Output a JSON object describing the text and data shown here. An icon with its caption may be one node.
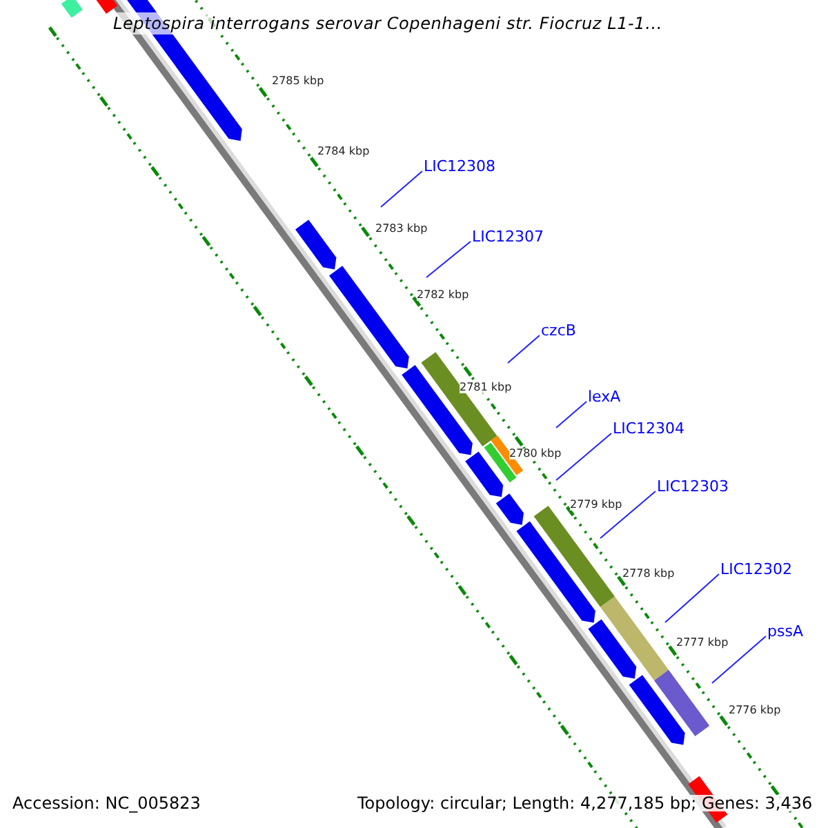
{
  "diagram": {
    "title": "Leptospira interrogans serovar Copenhageni str. Fiocruz L1-1...",
    "nodes": [
      {
        "text": [
          "LIC12308"
        ]
      },
      {
        "text": [
          "LIC12307"
        ]
      },
      {
        "text": [
          "czcB"
        ]
      },
      {
        "text": [
          "lexA"
        ]
      },
      {
        "text": [
          "LIC12304"
        ]
      },
      {
        "text": [
          "LIC12303"
        ]
      },
      {
        "text": [
          "LIC12302"
        ]
      },
      {
        "text": [
          "pssA"
        ]
      }
    ],
    "edges": [
      {
        "from": 0,
        "to": null,
        "arrow": "none"
      },
      {
        "from": 1,
        "to": null,
        "arrow": "none"
      },
      {
        "from": 2,
        "to": null,
        "arrow": "none"
      },
      {
        "from": 3,
        "to": null,
        "arrow": "none"
      },
      {
        "from": 4,
        "to": null,
        "arrow": "none"
      },
      {
        "from": 5,
        "to": null,
        "arrow": "none"
      },
      {
        "from": 6,
        "to": null,
        "arrow": "none"
      },
      {
        "from": 7,
        "to": null,
        "arrow": "none"
      }
    ],
    "labels": [
      "2785 kbp",
      "2784 kbp",
      "2783 kbp",
      "2782 kbp",
      "2781 kbp",
      "2780 kbp",
      "2779 kbp",
      "2778 kbp",
      "2777 kbp",
      "2776 kbp",
      "Accession: NC_005823",
      "Topology: circular; Length: 4,277,185 bp; Genes: 3,436"
    ]
  }
}
